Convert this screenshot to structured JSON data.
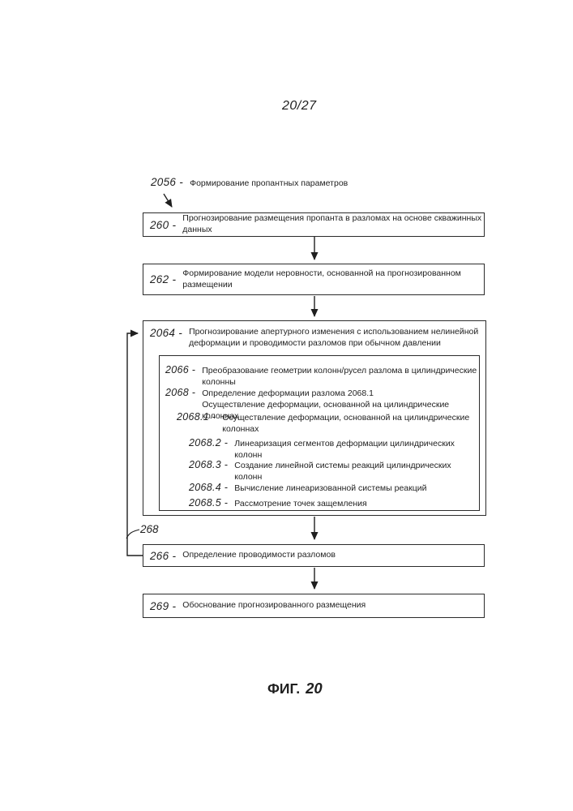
{
  "page": {
    "sheet_label": "20/27",
    "figure_prefix": "ФИГ.",
    "figure_number": "20"
  },
  "flowchart": {
    "pre_step": {
      "ref": "2056 -",
      "text": "Формирование пропантных параметров"
    },
    "boxes": [
      {
        "ref": "260 -",
        "text": "Прогнозирование размещения пропанта в разломах на основе скважинных\nданных"
      },
      {
        "ref": "262 -",
        "text": "Формирование модели неровности, основанной на прогнозированном\nразмещении"
      },
      {
        "ref": "2064 -",
        "text": "Прогнозирование апертурного изменения с использованием нелинейной\nдеформации и проводимости разломов при обычном давлении"
      },
      {
        "ref": "266 -",
        "text": "Определение проводимости разломов"
      },
      {
        "ref": "269 -",
        "text": "Обоснование прогнозированного размещения"
      }
    ],
    "inner_steps": [
      {
        "ref": "2066 -",
        "text": "Преобразование геометрии колонн/русел разлома в цилиндрические колонны"
      },
      {
        "ref": "2068 -",
        "text": "Определение деформации разлома 2068.1\nОсуществление деформации, основанной на цилиндрические колоннах"
      },
      {
        "ref": "2068.1 -",
        "text": "Осуществление деформации, основанной на цилиндрические\nколоннах"
      },
      {
        "ref": "2068.2 -",
        "text": "Линеаризация сегментов деформации цилиндрических колонн"
      },
      {
        "ref": "2068.3 -",
        "text": "Создание линейной системы реакций цилиндрических колонн"
      },
      {
        "ref": "2068.4 -",
        "text": "Вычисление линеаризованной системы реакций"
      },
      {
        "ref": "2068.5 -",
        "text": "Рассмотрение точек защемления"
      }
    ],
    "loop_ref": "268"
  }
}
